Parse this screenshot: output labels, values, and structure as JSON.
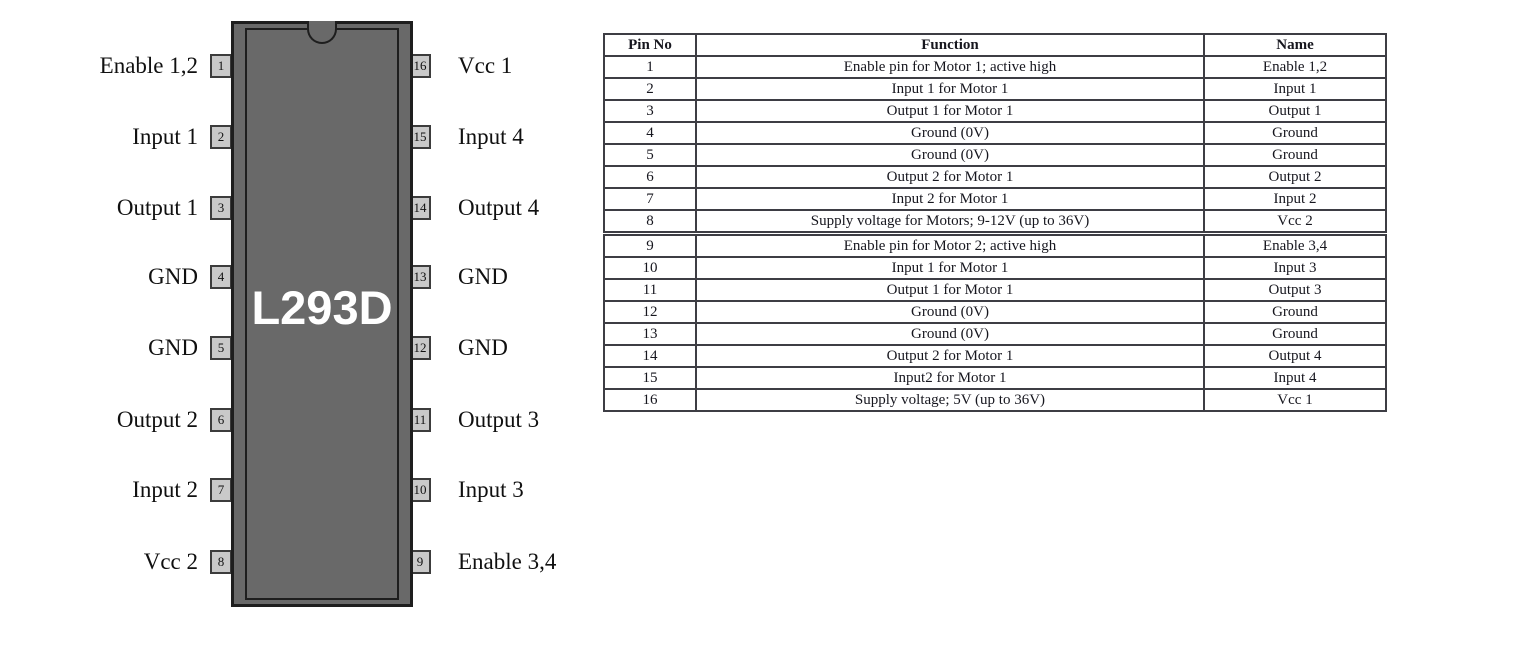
{
  "diagram": {
    "chip_label": "L293D",
    "left_pins": [
      {
        "number": "1",
        "label": "Enable 1,2"
      },
      {
        "number": "2",
        "label": "Input 1"
      },
      {
        "number": "3",
        "label": "Output 1"
      },
      {
        "number": "4",
        "label": "GND"
      },
      {
        "number": "5",
        "label": "GND"
      },
      {
        "number": "6",
        "label": "Output 2"
      },
      {
        "number": "7",
        "label": "Input 2"
      },
      {
        "number": "8",
        "label": "Vcc 2"
      }
    ],
    "right_pins": [
      {
        "number": "16",
        "label": "Vcc 1"
      },
      {
        "number": "15",
        "label": "Input 4"
      },
      {
        "number": "14",
        "label": "Output 4"
      },
      {
        "number": "13",
        "label": "GND"
      },
      {
        "number": "12",
        "label": "GND"
      },
      {
        "number": "11",
        "label": "Output 3"
      },
      {
        "number": "10",
        "label": "Input 3"
      },
      {
        "number": "9",
        "label": "Enable 3,4"
      }
    ]
  },
  "pin_table": {
    "headers": [
      "Pin No",
      "Function",
      "Name"
    ],
    "group_break_after_row": 8,
    "rows": [
      {
        "pin": "1",
        "function": "Enable pin for Motor 1; active high",
        "name": "Enable 1,2"
      },
      {
        "pin": "2",
        "function": "Input 1 for Motor 1",
        "name": "Input 1"
      },
      {
        "pin": "3",
        "function": "Output 1 for Motor 1",
        "name": "Output 1"
      },
      {
        "pin": "4",
        "function": "Ground (0V)",
        "name": "Ground"
      },
      {
        "pin": "5",
        "function": "Ground (0V)",
        "name": "Ground"
      },
      {
        "pin": "6",
        "function": "Output 2 for Motor 1",
        "name": "Output 2"
      },
      {
        "pin": "7",
        "function": "Input 2 for Motor 1",
        "name": "Input 2"
      },
      {
        "pin": "8",
        "function": "Supply voltage for Motors; 9-12V (up to 36V)",
        "name": "Vcc 2"
      },
      {
        "pin": "9",
        "function": "Enable pin for Motor 2; active high",
        "name": "Enable 3,4"
      },
      {
        "pin": "10",
        "function": "Input 1 for Motor 1",
        "name": "Input 3"
      },
      {
        "pin": "11",
        "function": "Output 1 for Motor 1",
        "name": "Output 3"
      },
      {
        "pin": "12",
        "function": "Ground (0V)",
        "name": "Ground"
      },
      {
        "pin": "13",
        "function": "Ground (0V)",
        "name": "Ground"
      },
      {
        "pin": "14",
        "function": "Output 2 for Motor 1",
        "name": "Output 4"
      },
      {
        "pin": "15",
        "function": "Input2 for Motor 1",
        "name": "Input 4"
      },
      {
        "pin": "16",
        "function": "Supply voltage; 5V (up to 36V)",
        "name": "Vcc 1"
      }
    ]
  },
  "colors": {
    "chip_body": "#696969",
    "chip_border": "#1e1e1e",
    "pin_box_bg": "#c9c9c9",
    "pin_box_border": "#3c3c3c",
    "table_border": "#3d3d44",
    "chip_label_color": "#ffffff"
  }
}
